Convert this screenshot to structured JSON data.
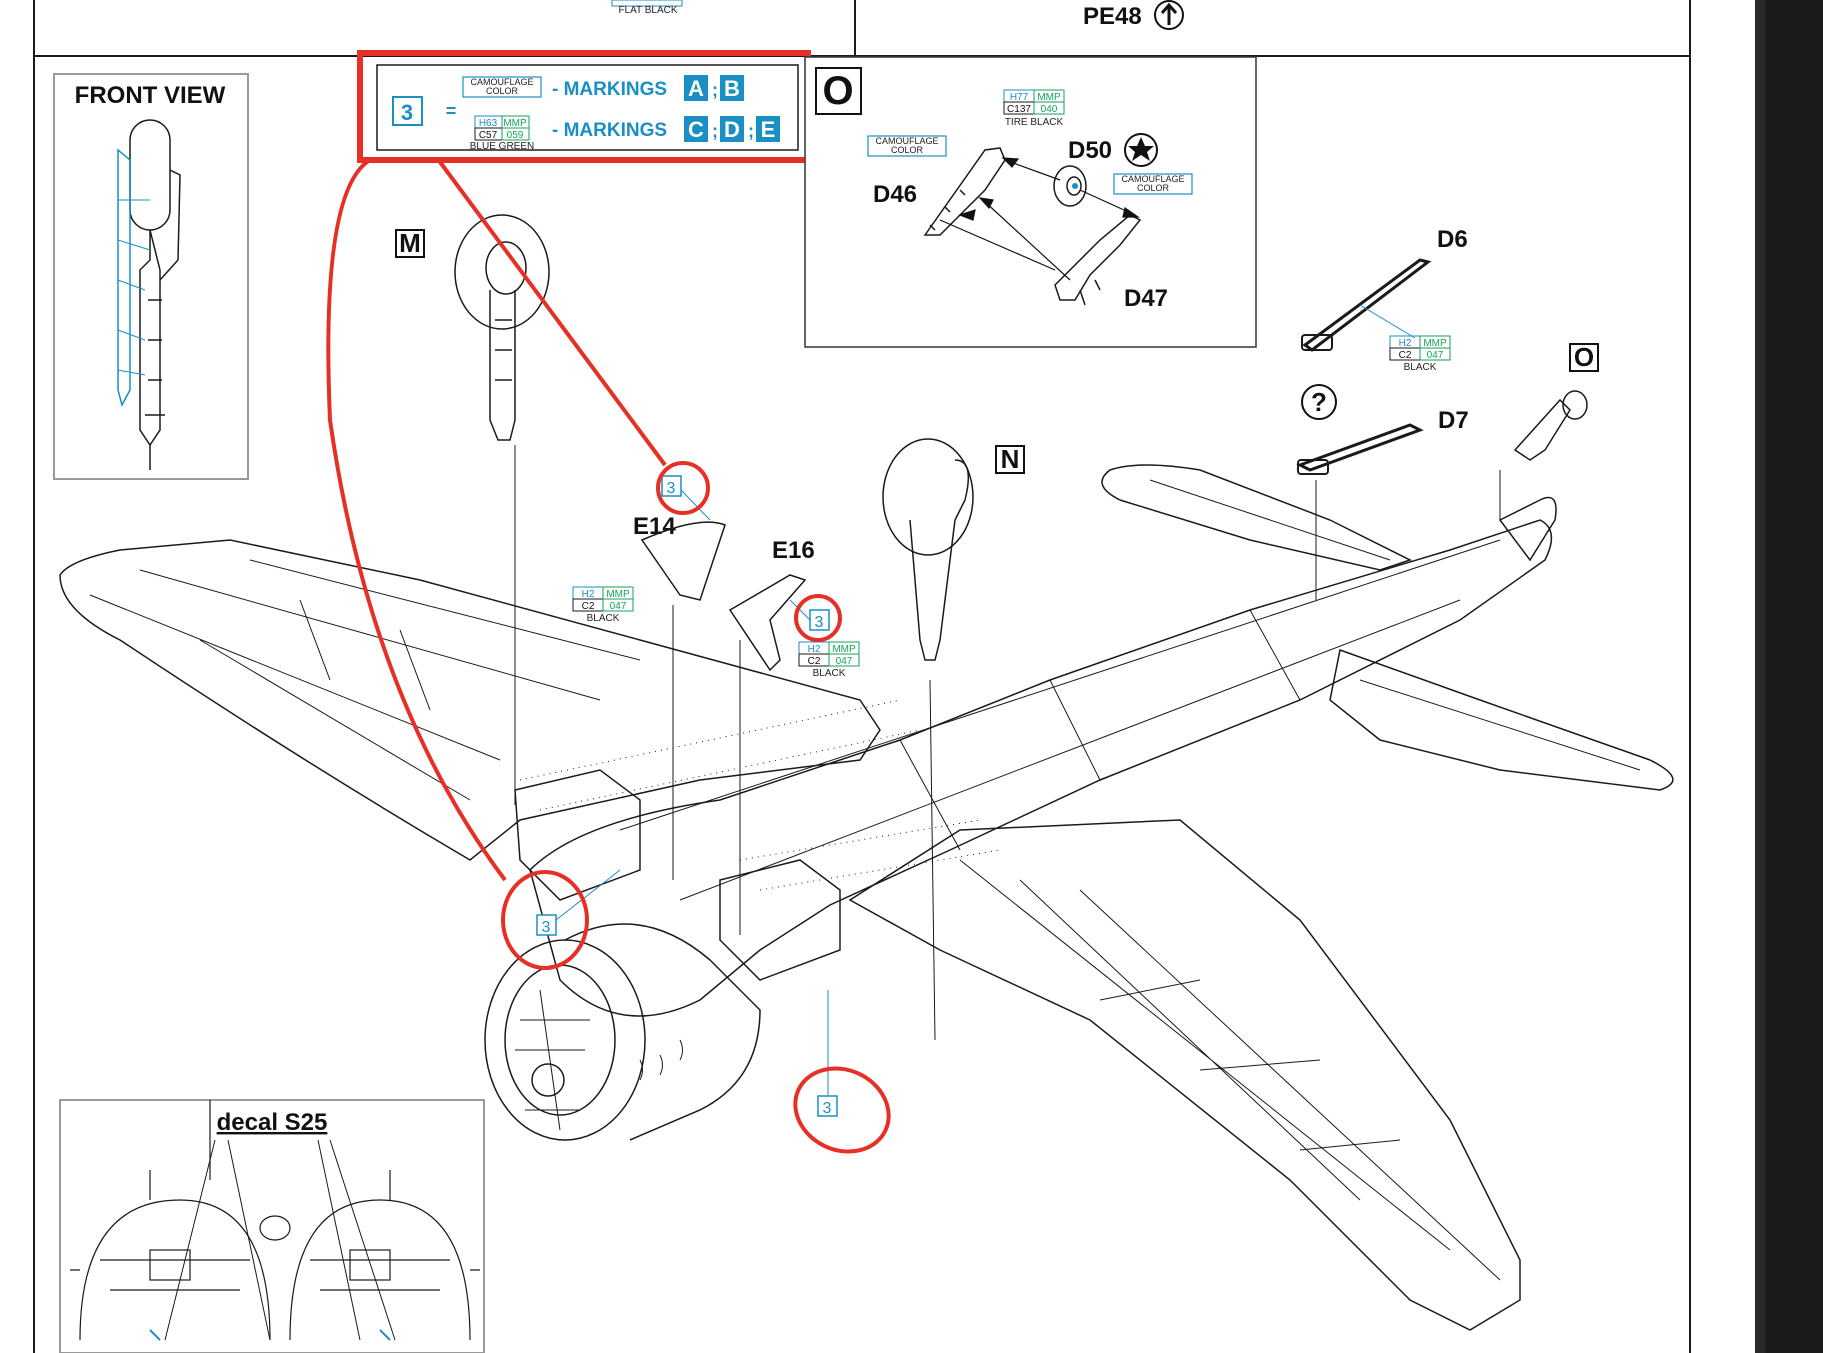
{
  "header": {
    "top_color_code_partial": "FLAT BLACK",
    "photo_etch_ref": "PE48"
  },
  "legend": {
    "number": "3",
    "equals": "=",
    "row1": {
      "color_code": "CAMOUFLAGE COLOR",
      "text": "- MARKINGS",
      "markings": [
        "A",
        "B"
      ]
    },
    "row2": {
      "h_code": "H63",
      "mmp_code": "MMP",
      "c_code": "C57",
      "mmp_num": "059",
      "color_name": "BLUE GREEN",
      "text": "- MARKINGS",
      "markings": [
        "C",
        "D",
        "E"
      ]
    },
    "highlight_color": "#e63025"
  },
  "front_view": {
    "title": "FRONT VIEW"
  },
  "decal_inset": {
    "title": "decal S25"
  },
  "sub_assembly_o": {
    "letter": "O",
    "tire": {
      "h_code": "H77",
      "mmp_code": "MMP",
      "c_code": "C137",
      "mmp_num": "040",
      "color_name": "TIRE BLACK"
    },
    "camo_left": "CAMOUFLAGE COLOR",
    "camo_right": "CAMOUFLAGE COLOR",
    "parts": {
      "d46": "D46",
      "d47": "D47",
      "d50": "D50"
    }
  },
  "callouts": {
    "step_m": "M",
    "step_n": "N",
    "step_o": "O",
    "question": "?",
    "e14": "E14",
    "e16": "E16",
    "d6": "D6",
    "d7": "D7",
    "three": "3"
  },
  "paint_black": {
    "h_code": "H2",
    "mmp_code": "MMP",
    "c_code": "C2",
    "mmp_num": "047",
    "color_name": "BLACK"
  },
  "colors": {
    "accent_blue": "#1a8fc4",
    "code_green": "#17a25a",
    "annotation_red": "#e63025",
    "line": "#1a1a1a"
  }
}
